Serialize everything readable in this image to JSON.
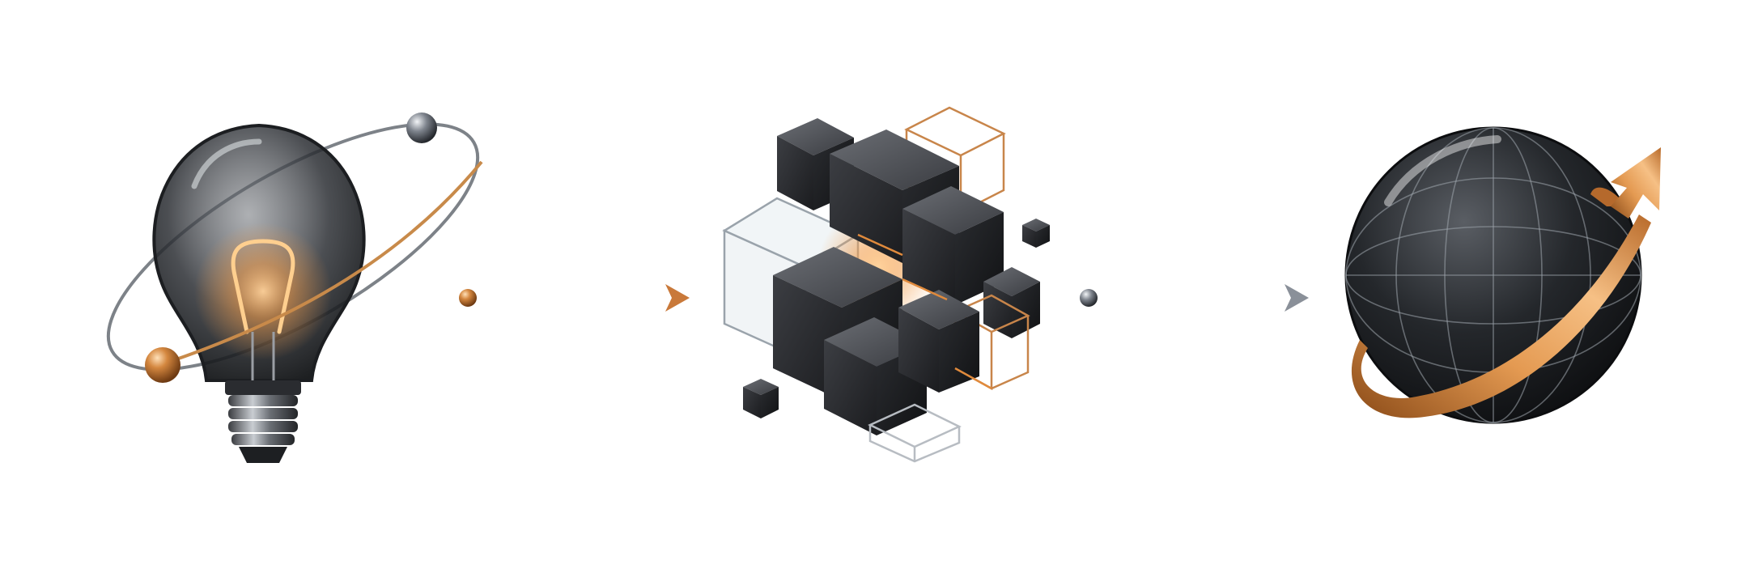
{
  "diagram": {
    "flow": [
      {
        "step": "lightbulb-with-orbit",
        "accent": "#c97a3a"
      },
      {
        "step": "arrow",
        "tail_ball": "copper"
      },
      {
        "step": "cube-cluster",
        "accent": "#e08a3c"
      },
      {
        "step": "arrow",
        "tail_ball": "steel"
      },
      {
        "step": "globe-with-rising-arrow",
        "accent": "#c97a3a"
      }
    ],
    "colors": {
      "background": "#ffffff",
      "copper": "#c97a3a",
      "copper_light": "#f0a95e",
      "dark_metal": "#2b2b2e",
      "steel": "#8a9099",
      "glass": "#dfe6ec",
      "glow": "#ffb866"
    }
  }
}
